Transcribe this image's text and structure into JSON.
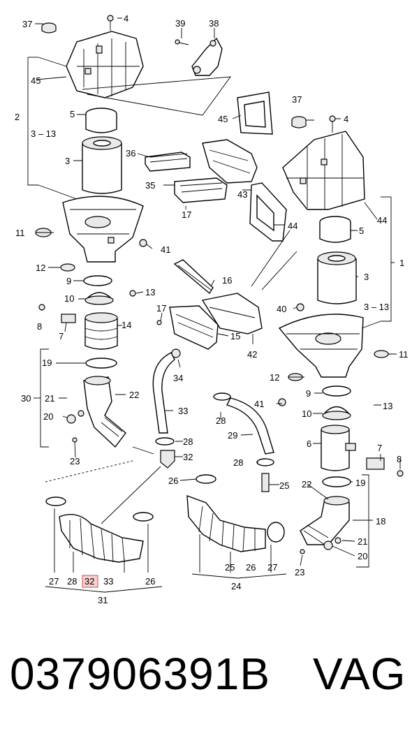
{
  "footer": {
    "part_number": "037906391B",
    "brand": "VAG"
  },
  "highlight": {
    "callout": "32",
    "color": "#d05050"
  },
  "callouts": {
    "c37a": "37",
    "c4a": "4",
    "c39": "39",
    "c38": "38",
    "c45a": "45",
    "c2": "2",
    "c3_13a": "3 – 13",
    "c5a": "5",
    "c3a": "3",
    "c36": "36",
    "c35": "35",
    "c43": "43",
    "c17a": "17",
    "c45b": "45",
    "c37b": "37",
    "c4b": "4",
    "c44a": "44",
    "c44b": "44",
    "c5b": "5",
    "c1": "1",
    "c3b": "3",
    "c3_13b": "3 – 13",
    "c11a": "11",
    "c41a": "41",
    "c12a": "12",
    "c9a": "9",
    "c13a": "13",
    "c10a": "10",
    "c16": "16",
    "c8a": "8",
    "c14": "14",
    "c17b": "17",
    "c7a": "7",
    "c15": "15",
    "c42": "42",
    "c40": "40",
    "c11b": "11",
    "c19a": "19",
    "c34": "34",
    "c30": "30",
    "c21a": "21",
    "c22a": "22",
    "c20a": "20",
    "c33a": "33",
    "c23a": "23",
    "c28a": "28",
    "c12b": "12",
    "c9b": "9",
    "c13b": "13",
    "c28b": "28",
    "c41b": "41",
    "c10b": "10",
    "c29": "29",
    "c6": "6",
    "c7b": "7",
    "c32a": "32",
    "c28c": "28",
    "c8b": "8",
    "c26a": "26",
    "c25a": "25",
    "c19b": "19",
    "c22b": "22",
    "c18": "18",
    "c21b": "21",
    "c20b": "20",
    "c23b": "23",
    "c27a": "27",
    "c28d": "28",
    "c32b": "32",
    "c33b": "33",
    "c26b": "26",
    "c31": "31",
    "c25b": "25",
    "c26c": "26",
    "c27b": "27",
    "c24": "24"
  }
}
